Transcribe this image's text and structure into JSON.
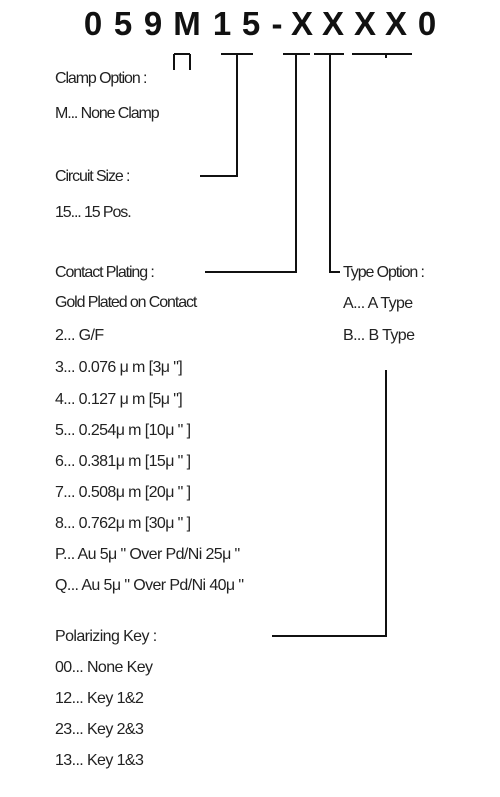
{
  "part_number": [
    "0",
    "5",
    "9",
    "M",
    "1",
    "5",
    "-",
    "X",
    "X",
    "X",
    "X",
    "0"
  ],
  "clamp_option": {
    "label": "Clamp Option :",
    "items": [
      "M... None Clamp"
    ]
  },
  "circuit_size": {
    "label": "Circuit Size :",
    "items": [
      "15... 15 Pos."
    ]
  },
  "contact_plating": {
    "label": "Contact Plating :",
    "subtitle": "Gold Plated on Contact",
    "items": [
      "2... G/F",
      "3... 0.076 μ m [3μ \"]",
      "4... 0.127 μ m [5μ \"]",
      "5... 0.254μ m [10μ \" ]",
      "6... 0.381μ m [15μ \" ]",
      "7... 0.508μ m [20μ \" ]",
      "8... 0.762μ m [30μ \" ]",
      "P... Au 5μ \" Over Pd/Ni 25μ \"",
      "Q... Au 5μ \" Over Pd/Ni 40μ \""
    ]
  },
  "type_option": {
    "label": "Type Option :",
    "items": [
      "A... A Type",
      "B... B Type"
    ]
  },
  "polarizing_key": {
    "label": "Polarizing Key :",
    "items": [
      "00... None Key",
      "12... Key 1&2",
      "23... Key 2&3",
      "13... Key 1&3"
    ]
  }
}
